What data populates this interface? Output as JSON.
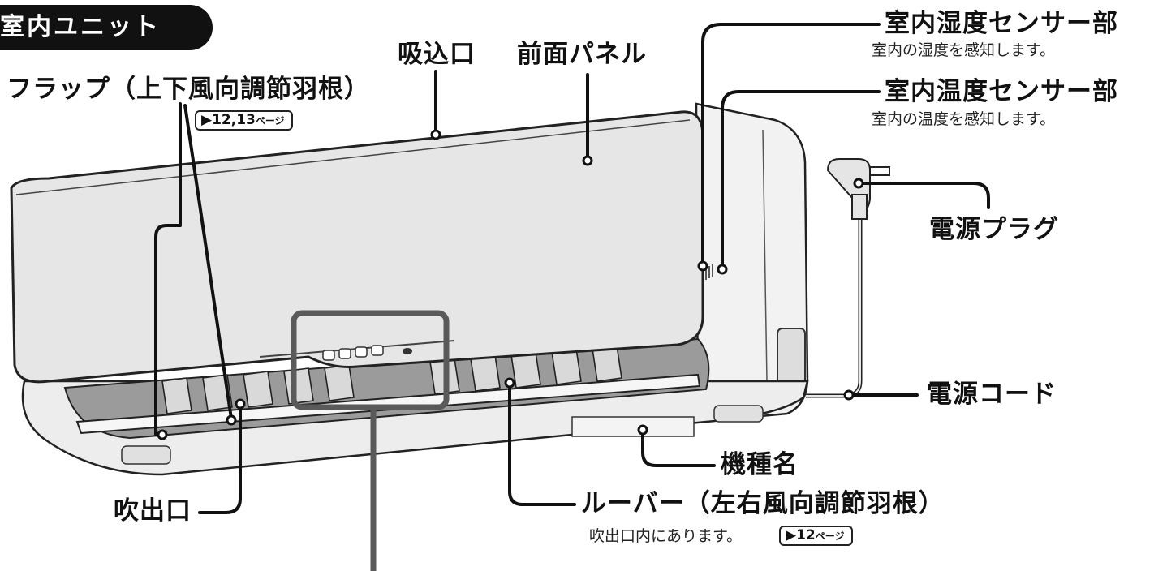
{
  "title": "室内ユニット",
  "labels": {
    "intake": "吸込口",
    "front_panel": "前面パネル",
    "flap": "フラップ（上下風向調節羽根）",
    "flap_ref": "▶12,13",
    "humidity_sensor": "室内湿度センサー部",
    "humidity_sensor_desc": "室内の湿度を感知します。",
    "temp_sensor": "室内温度センサー部",
    "temp_sensor_desc": "室内の温度を感知します。",
    "power_plug": "電源プラグ",
    "power_cord": "電源コード",
    "model_name": "機種名",
    "outlet": "吹出口",
    "louver": "ルーバー（左右風向調節羽根）",
    "louver_desc": "吹出口内にあります。",
    "louver_ref": "▶12"
  },
  "page_suffix": "ページ"
}
